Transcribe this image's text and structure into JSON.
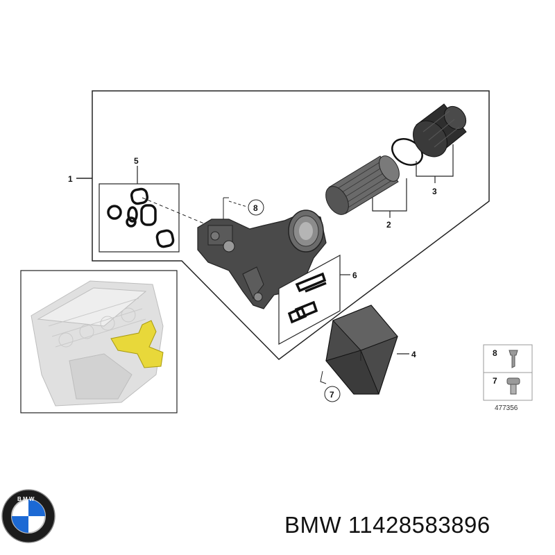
{
  "diagram": {
    "callouts": {
      "c1": "1",
      "c2": "2",
      "c3": "3",
      "c4": "4",
      "c5": "5",
      "c6": "6",
      "c7": "7",
      "c8": "8"
    },
    "legend": {
      "item_top": "8",
      "item_bottom": "7",
      "drawing_number": "477356"
    }
  },
  "footer": {
    "brand": "BMW",
    "part_number": "11428583896"
  },
  "colors": {
    "highlight": "#e8d83a",
    "outline": "#222222",
    "part_dark": "#3a3a3a",
    "engine_gray": "#d8d8d8"
  }
}
